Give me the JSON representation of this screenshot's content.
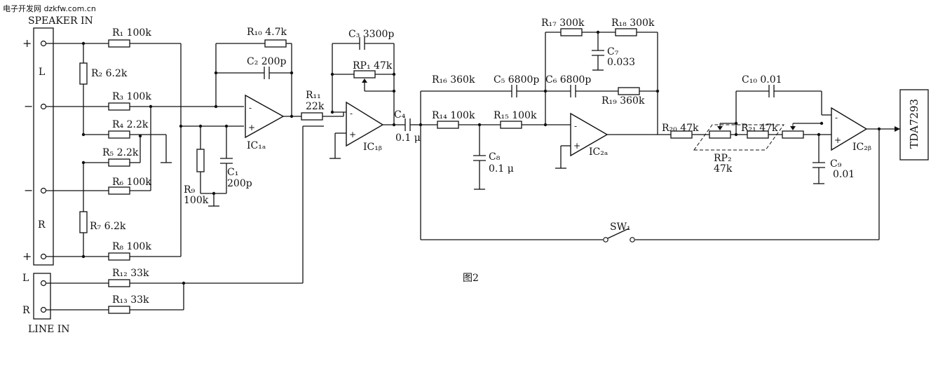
{
  "watermark": "电子开发网 dzkfw.com.cn",
  "figure_caption": "图2",
  "connectors": {
    "speaker_in": "SPEAKER IN",
    "line_in": "LINE IN",
    "plus": "+",
    "minus": "−",
    "L": "L",
    "R": "R"
  },
  "output_label": "TDA7293",
  "switch_label": "SW₁",
  "opamps": {
    "ic1a": "IC₁ₐ",
    "ic1b": "IC₁ᵦ",
    "ic2a": "IC₂ₐ",
    "ic2b": "IC₂ᵦ",
    "minus": "-",
    "plus": "+"
  },
  "components": {
    "r1": "R₁ 100k",
    "r2": "R₂ 6.2k",
    "r3": "R₃ 100k",
    "r4": "R₄ 2.2k",
    "r5": "R₅ 2.2k",
    "r6": "R₆ 100k",
    "r7": "R₇ 6.2k",
    "r8": "R₈ 100k",
    "r9_name": "R₉",
    "r9_value": "100k",
    "r10": "R₁₀ 4.7k",
    "r11_name": "R₁₁",
    "r11_value": "22k",
    "r12": "R₁₂ 33k",
    "r13": "R₁₃ 33k",
    "r14": "R₁₄ 100k",
    "r15": "R₁₅ 100k",
    "r16": "R₁₆ 360k",
    "r17": "R₁₇ 300k",
    "r18": "R₁₈ 300k",
    "r19": "R₁₉ 360k",
    "r20": "R₂₀ 47k",
    "r21": "R₂₁ 47k",
    "rp1": "RP₁ 47k",
    "rp2_name": "RP₂",
    "rp2_value": "47k",
    "c1_name": "C₁",
    "c1_value": "200p",
    "c2": "C₂ 200p",
    "c3": "C₃ 3300p",
    "c4_name": "C₄",
    "c4_value": "0.1 μ",
    "c5": "C₅ 6800p",
    "c6": "C₆ 6800p",
    "c7_name": "C₇",
    "c7_value": "0.033",
    "c8_name": "C₈",
    "c8_value": "0.1 μ",
    "c9_name": "C₉",
    "c9_value": "0.01",
    "c10": "C₁₀ 0.01"
  }
}
